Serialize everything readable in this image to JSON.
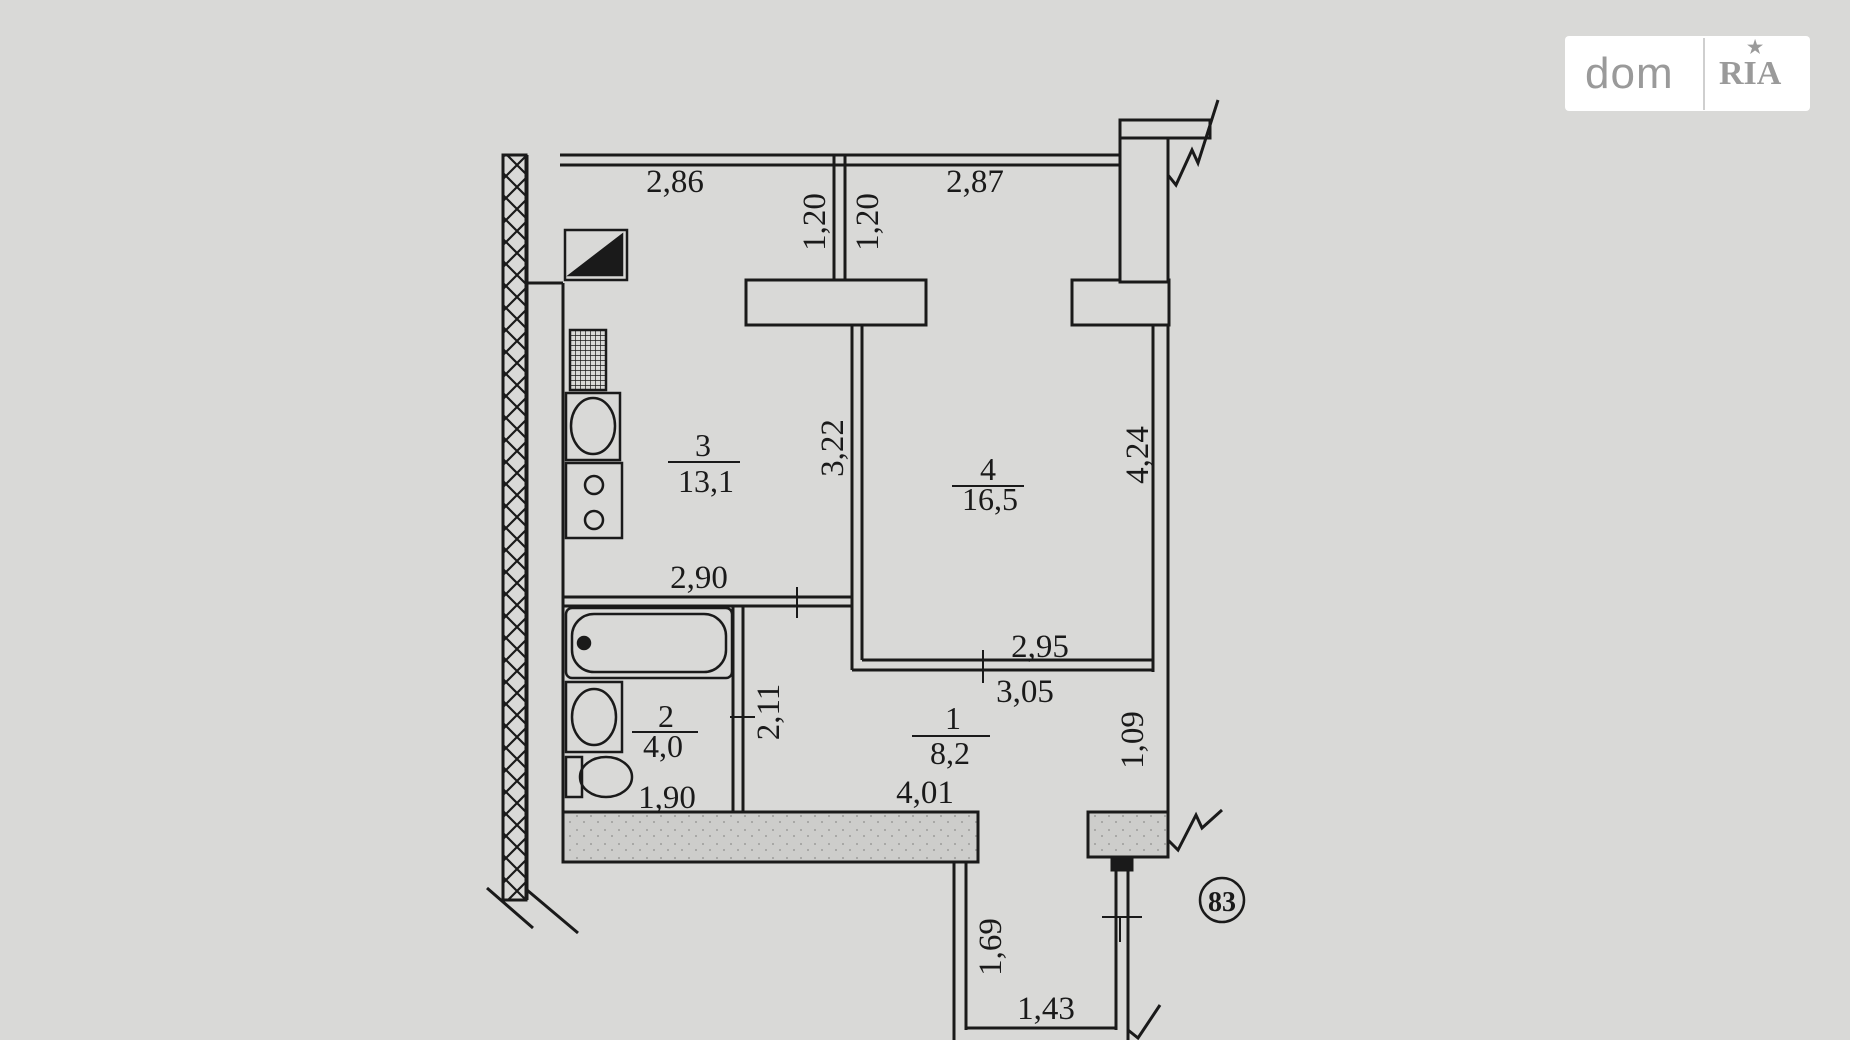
{
  "logo": {
    "text": "dom",
    "mark": "RIA",
    "star": "★"
  },
  "apartment_number": "83",
  "rooms": [
    {
      "number": "1",
      "area": "8,2"
    },
    {
      "number": "2",
      "area": "4,0"
    },
    {
      "number": "3",
      "area": "13,1"
    },
    {
      "number": "4",
      "area": "16,5"
    }
  ],
  "dimensions": {
    "d286": "2,86",
    "d287": "2,87",
    "d120a": "1,20",
    "d120b": "1,20",
    "d322": "3,22",
    "d424": "4,24",
    "d290": "2,90",
    "d295": "2,95",
    "d305": "3,05",
    "d211": "2,11",
    "d109": "1,09",
    "d190": "1,90",
    "d401": "4,01",
    "d169": "1,69",
    "d143": "1,43"
  },
  "colors": {
    "wall": "#1a1a1a",
    "background": "#d9d9d7",
    "hatch": "#cfcfcd"
  }
}
